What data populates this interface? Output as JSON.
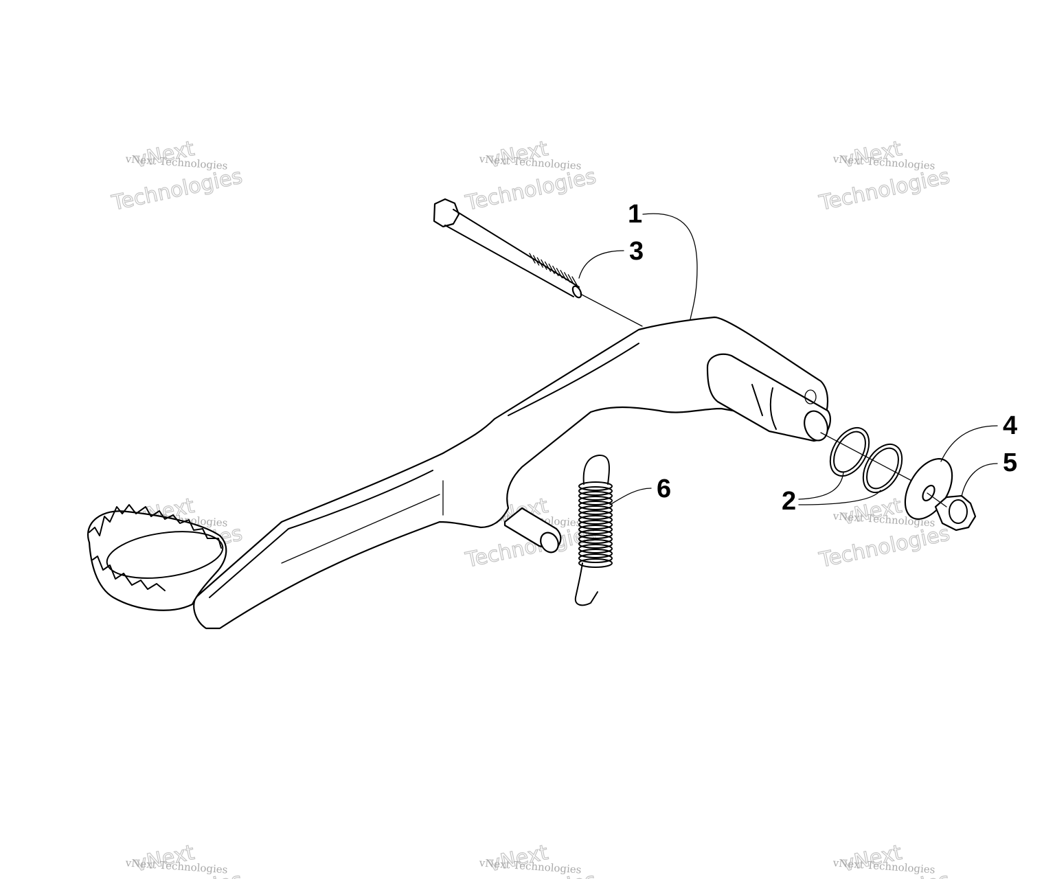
{
  "callouts": [
    {
      "id": "1",
      "label": "1"
    },
    {
      "id": "2",
      "label": "2"
    },
    {
      "id": "3",
      "label": "3"
    },
    {
      "id": "4",
      "label": "4"
    },
    {
      "id": "5",
      "label": "5"
    },
    {
      "id": "6",
      "label": "6"
    }
  ],
  "watermark": {
    "line1": "vNext",
    "line2": "vNext Technologies",
    "line3": "Technologies"
  }
}
